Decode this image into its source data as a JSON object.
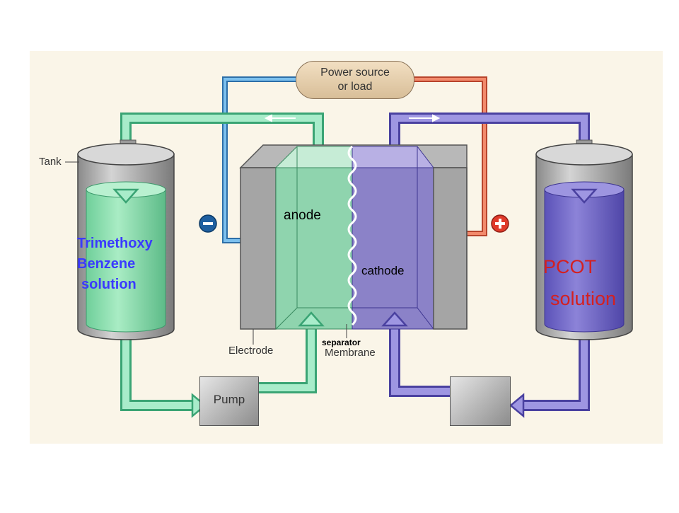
{
  "power_source": {
    "line1": "Power source",
    "line2": "or load"
  },
  "labels": {
    "tank": "Tank",
    "anode": "anode",
    "cathode": "cathode",
    "electrode": "Electrode",
    "separator": "separator",
    "membrane": "Membrane",
    "pump": "Pump"
  },
  "left_solution": {
    "line1": "Trimethoxy",
    "line2": "Benzene",
    "line3": "solution",
    "color": "#3a3aff"
  },
  "right_solution": {
    "line1": "PCOT",
    "line2": "solution",
    "color": "#d42020"
  },
  "terminals": {
    "negative": "−",
    "positive": "+"
  },
  "colors": {
    "background": "#faf5e8",
    "green_flow": "#60c89a",
    "purple_flow": "#6a5fb5",
    "blue_wire": "#3a8fd0",
    "red_wire": "#e06040"
  }
}
